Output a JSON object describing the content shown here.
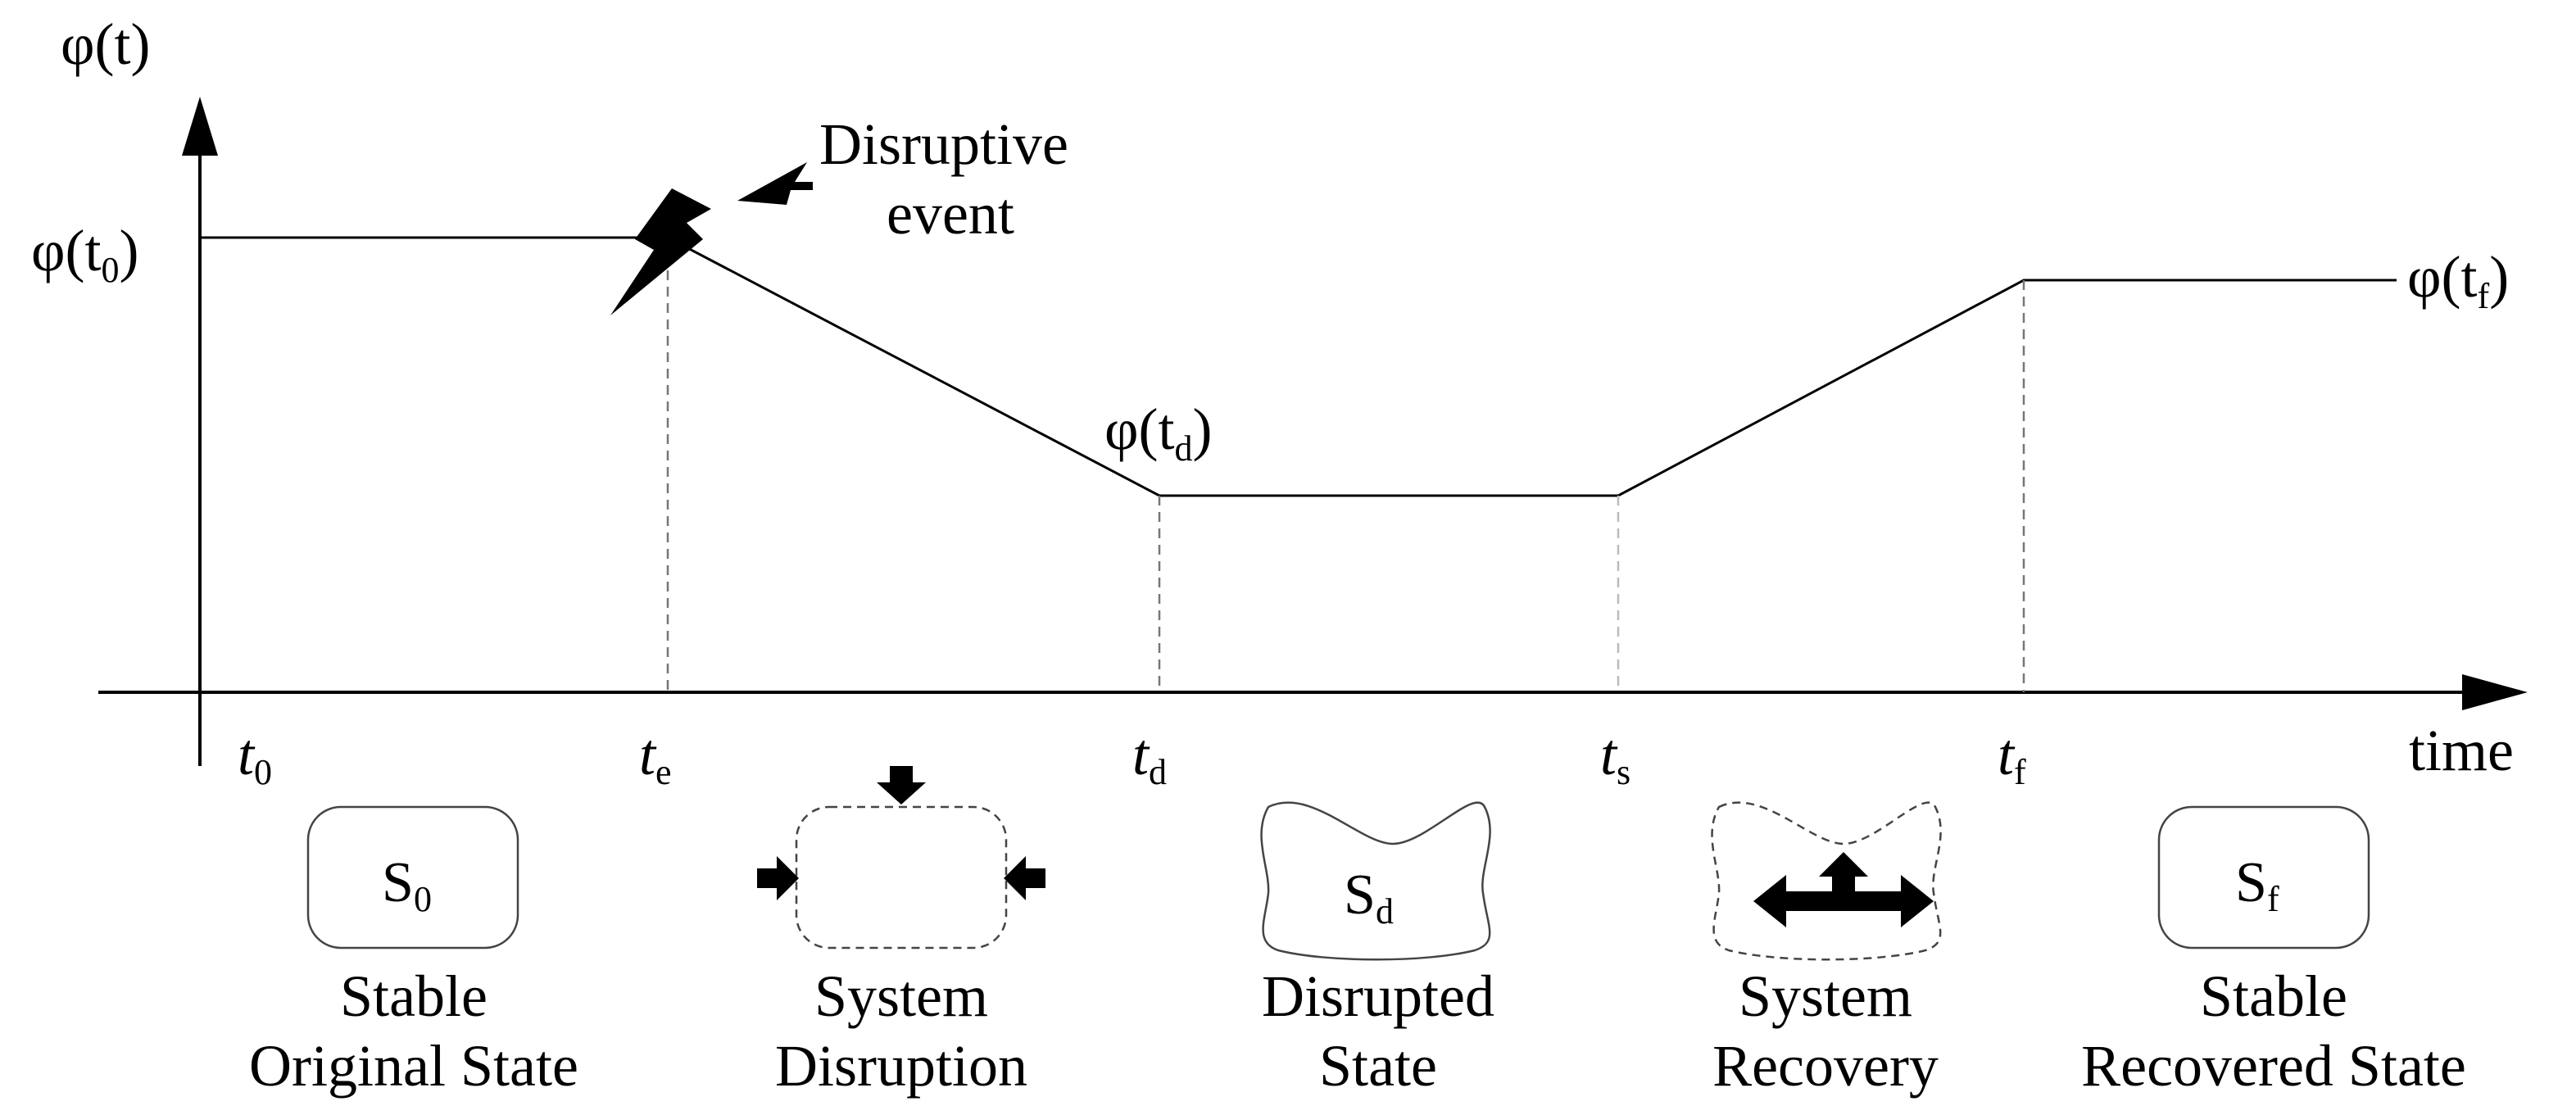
{
  "axes": {
    "y_label": "φ(t)",
    "x_label": "time"
  },
  "levels": {
    "phi_t0": {
      "base": "φ(t",
      "sub": "0",
      "close": ")"
    },
    "phi_td": {
      "base": "φ(t",
      "sub": "d",
      "close": ")"
    },
    "phi_tf": {
      "base": "φ(t",
      "sub": "f",
      "close": ")"
    }
  },
  "ticks": [
    {
      "base": "t",
      "sub": "0"
    },
    {
      "base": "t",
      "sub": "e"
    },
    {
      "base": "t",
      "sub": "d"
    },
    {
      "base": "t",
      "sub": "s"
    },
    {
      "base": "t",
      "sub": "f"
    }
  ],
  "event_label": {
    "line1": "Disruptive",
    "line2": "event"
  },
  "states": [
    {
      "box_base": "S",
      "box_sub": "0",
      "caption1": "Stable",
      "caption2": "Original State"
    },
    {
      "box_base": "",
      "box_sub": "",
      "caption1": "System",
      "caption2": "Disruption"
    },
    {
      "box_base": "S",
      "box_sub": "d",
      "caption1": "Disrupted",
      "caption2": "State"
    },
    {
      "box_base": "",
      "box_sub": "",
      "caption1": "System",
      "caption2": "Recovery"
    },
    {
      "box_base": "S",
      "box_sub": "f",
      "caption1": "Stable",
      "caption2": "Recovered State"
    }
  ],
  "colors": {
    "ink": "#000000",
    "guide": "#777777"
  }
}
